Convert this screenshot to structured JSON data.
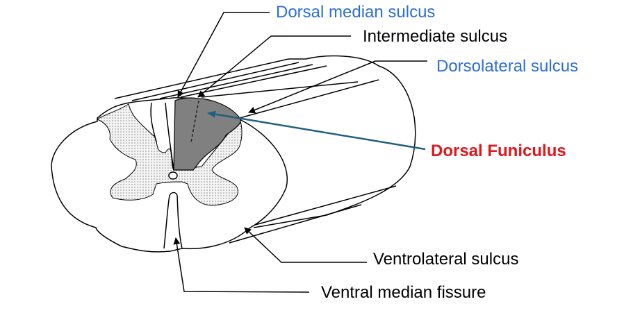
{
  "diagram": {
    "labels": {
      "dorsal_median_sulcus": "Dorsal median sulcus",
      "intermediate_sulcus": "Intermediate sulcus",
      "dorsolateral_sulcus": "Dorsolateral sulcus",
      "dorsal_funiculus": "Dorsal Funiculus",
      "ventrolateral_sulcus": "Ventrolateral sulcus",
      "ventral_median_fissure": "Ventral median fissure"
    },
    "colors": {
      "blue_label": "#2b6fd6",
      "red_label": "#e0161b",
      "highlight_arrow": "#1f5f7f",
      "funiculus_fill": "#808080"
    }
  }
}
